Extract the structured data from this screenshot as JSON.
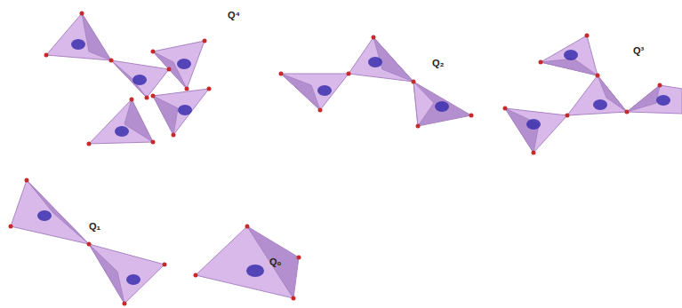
{
  "diagram": {
    "labels": [
      "Q⁴",
      "Q₂",
      "Q³",
      "Q₁",
      "Q₀"
    ]
  }
}
